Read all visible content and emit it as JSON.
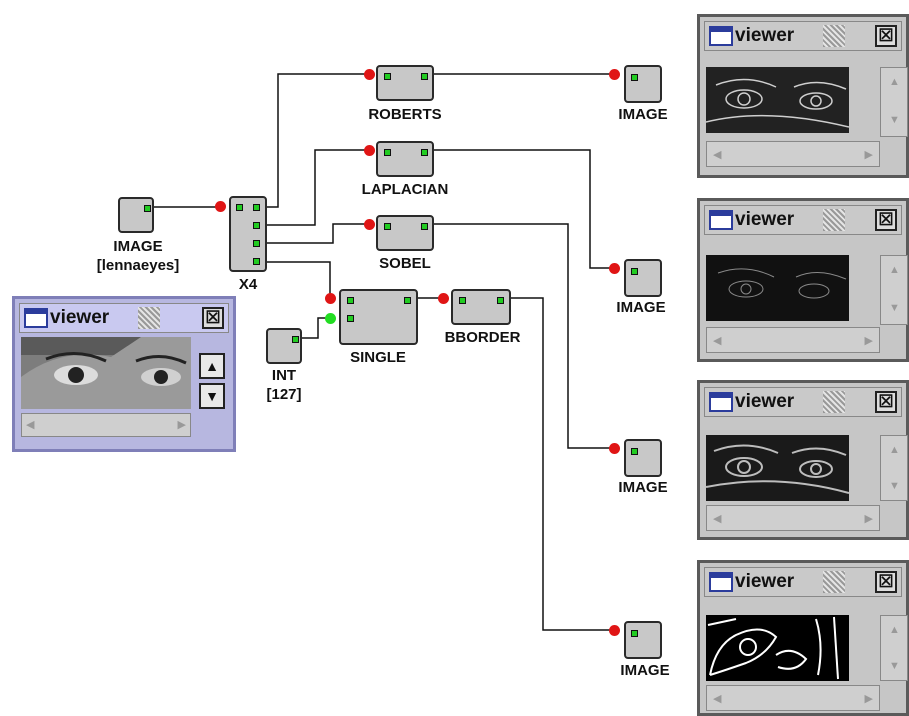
{
  "nodes": {
    "image_src": {
      "label": "IMAGE",
      "sublabel": "[lennaeyes]"
    },
    "x4": {
      "label": "X4"
    },
    "int_node": {
      "label": "INT",
      "sublabel": "[127]"
    },
    "roberts": {
      "label": "ROBERTS"
    },
    "laplacian": {
      "label": "LAPLACIAN"
    },
    "sobel": {
      "label": "SOBEL"
    },
    "single": {
      "label": "SINGLE"
    },
    "bborder": {
      "label": "BBORDER"
    },
    "image_out_1": {
      "label": "IMAGE"
    },
    "image_out_2": {
      "label": "IMAGE"
    },
    "image_out_3": {
      "label": "IMAGE"
    },
    "image_out_4": {
      "label": "IMAGE"
    }
  },
  "viewers": {
    "main": {
      "title": "viewer",
      "close": "☒"
    },
    "v1": {
      "title": "viewer",
      "close": "☒"
    },
    "v2": {
      "title": "viewer",
      "close": "☒"
    },
    "v3": {
      "title": "viewer",
      "close": "☒"
    },
    "v4": {
      "title": "viewer",
      "close": "☒"
    }
  },
  "colors": {
    "input_port": "#e01515",
    "input_port_alt": "#22dd22",
    "output_port": "#22cc22",
    "node_fill": "#c8c8c8",
    "wire": "#111111"
  }
}
